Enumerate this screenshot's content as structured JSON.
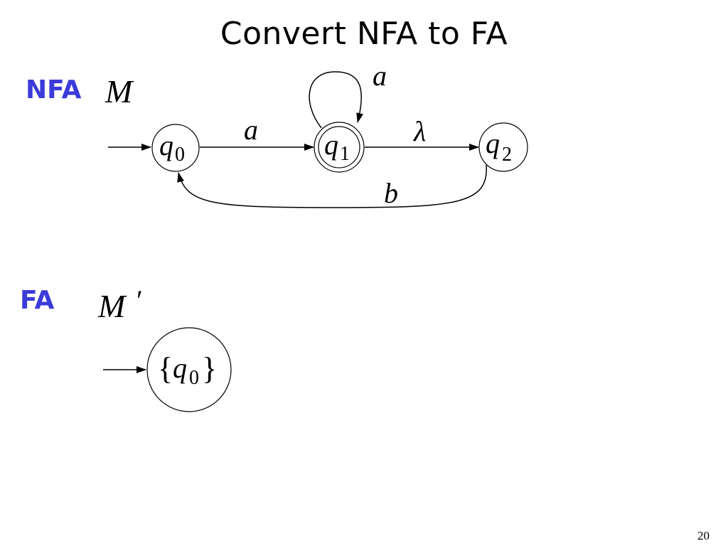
{
  "title": "Convert NFA to FA",
  "colors": {
    "tag": "#3b3bd9",
    "stroke": "#000000"
  },
  "nfa": {
    "tag": "NFA",
    "machine_name": "M",
    "states": [
      {
        "name": "q",
        "index": "0",
        "initial": true,
        "final": false
      },
      {
        "name": "q",
        "index": "1",
        "initial": false,
        "final": true
      },
      {
        "name": "q",
        "index": "2",
        "initial": false,
        "final": false
      }
    ],
    "transitions": [
      {
        "from": "q0",
        "to": "q1",
        "label": "a"
      },
      {
        "from": "q1",
        "to": "q1",
        "label": "a"
      },
      {
        "from": "q1",
        "to": "q2",
        "label": "λ"
      },
      {
        "from": "q2",
        "to": "q0",
        "label": "b"
      }
    ]
  },
  "fa": {
    "tag": "FA",
    "machine_name": "M",
    "machine_prime": "′",
    "states": [
      {
        "open_brace": "{",
        "name": "q",
        "index": "0",
        "close_brace": "}",
        "initial": true
      }
    ]
  },
  "page_number": "20"
}
